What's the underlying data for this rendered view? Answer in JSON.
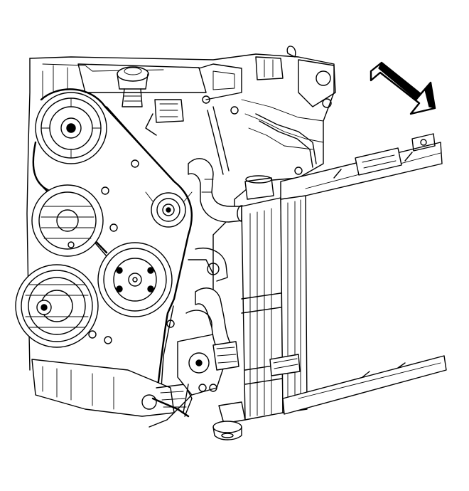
{
  "figure": {
    "kind": "line-art-engine-illustration",
    "subject": "front-engine-accessory-drive-with-radiator",
    "labels": []
  },
  "arrow": {
    "icon": "direction-arrow-icon",
    "meaning": "forward"
  },
  "colors": {
    "ink": "#000000",
    "paper": "#ffffff",
    "arrow_fill": "#ffffff"
  }
}
